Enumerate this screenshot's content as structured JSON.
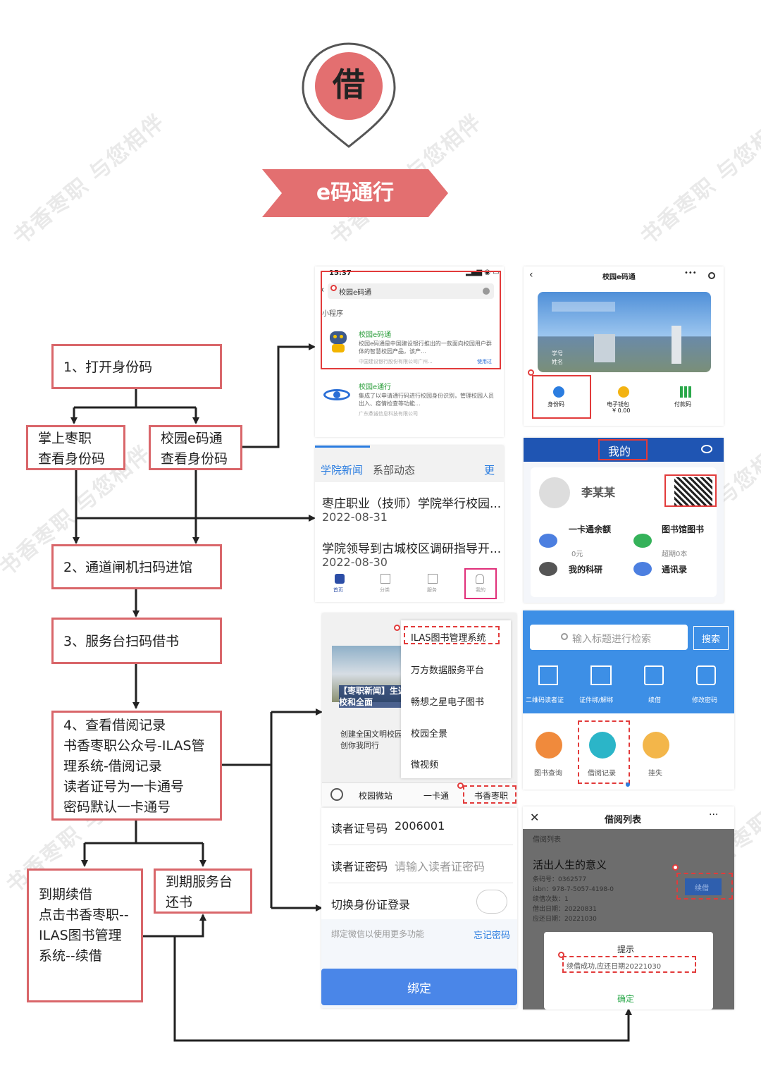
{
  "header": {
    "badge_char": "借",
    "banner_text": "e码通行",
    "brand_color": "#e36f70"
  },
  "watermark": "书香枣职 与您相伴",
  "flow": {
    "step1": "1、打开身份码",
    "step1a": "掌上枣职\n查看身份码",
    "step1b": "校园e码通\n查看身份码",
    "step2": "2、通道闸机扫码进馆",
    "step3": "3、服务台扫码借书",
    "step4": "4、查看借阅记录\n书香枣职公众号-ILAS管理系统-借阅记录\n读者证号为一卡通号\n密码默认一卡通号",
    "step5a": "到期续借\n点击书香枣职--ILAS图书管理系统--续借",
    "step5b": "到期服务台\n还书"
  },
  "shot_search": {
    "time": "15:37",
    "query": "校园e码通",
    "section": "小程序",
    "r1_title": "校园e码通",
    "r1_desc": "校园e码通是中国建设银行推出的一款面向校园用户群体的智慧校园产品，该产...",
    "r1_sub": "中国建设银行股份有限公司广州...",
    "r1_tag": "使用过",
    "r2_title": "校园e通行",
    "r2_desc": "集成了以申请通行码进行校园身份识别，管理校园人员出入、疫情检查等功能...",
    "r2_sub": "广东鼎诚信息科技有限公司"
  },
  "shot_ecode": {
    "title": "校园e码通",
    "menu": "•••",
    "card_l1": "学号",
    "card_l2": "姓名",
    "btn1": "身份码",
    "btn2": "电子钱包",
    "btn2_val": "¥ 0.00",
    "btn3": "付款码"
  },
  "shot_news": {
    "tab1": "学院新闻",
    "tab2": "系部动态",
    "more": "更",
    "n1": "枣庄职业（技师）学院举行校园...",
    "n1_date": "2022-08-31",
    "n2": "学院领导到古城校区调研指导开...",
    "n2_date": "2022-08-30",
    "nav1": "首页",
    "nav2": "分类",
    "nav3": "服务",
    "nav4": "我的"
  },
  "shot_mine": {
    "title": "我的",
    "name": "李某某",
    "i1": "一卡通余额",
    "i1_val": "0元",
    "i2": "图书馆图书",
    "i2_val": "超期0本",
    "i3": "我的科研",
    "i4": "通讯录"
  },
  "shot_menu": {
    "m1": "ILAS图书管理系统",
    "m2": "万方数据服务平台",
    "m3": "畅想之星电子图书",
    "m4": "校园全景",
    "m5": "微视频",
    "news_title": "【枣职新闻】生返校和全面",
    "news_text": "创建全国文明校园 创你我同行",
    "bar1": "校园微站",
    "bar2": "一卡通",
    "bar3": "书香枣职"
  },
  "shot_login": {
    "f1_label": "读者证号码",
    "f1_value": "2006001",
    "f2_label": "读者证密码",
    "f2_placeholder": "请输入读者证密码",
    "f3_label": "切换身份证登录",
    "hint": "绑定微信以使用更多功能",
    "forgot": "忘记密码",
    "submit": "绑定"
  },
  "shot_lib": {
    "search_placeholder": "输入标题进行检索",
    "search_btn": "搜索",
    "g1": "二维码读者证",
    "g2": "证件绑/解绑",
    "g3": "续借",
    "g4": "修改密码",
    "b1": "图书查询",
    "b2": "借阅记录",
    "b3": "挂失"
  },
  "shot_renew": {
    "title": "借阅列表",
    "sub": "借阅列表",
    "book": "活出人生的意义",
    "l1": "条码号：0362577",
    "l2": "isbn：978-7-5057-4198-0",
    "l3": "续借次数：1",
    "l4": "借出日期：20220831",
    "l5": "应还日期：20221030",
    "renew_btn": "续借",
    "dlg_title": "提示",
    "dlg_msg": "续借成功,应还日期20221030",
    "dlg_ok": "确定"
  }
}
